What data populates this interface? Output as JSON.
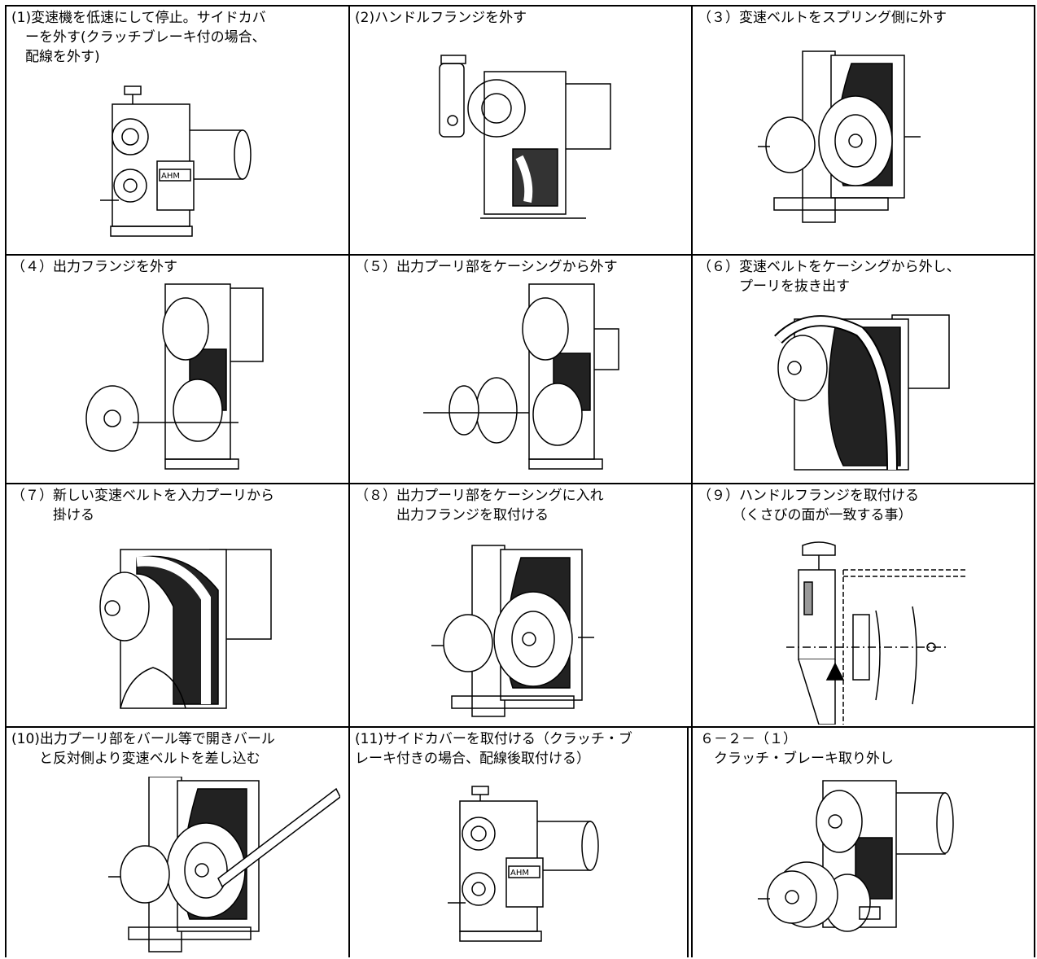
{
  "steps": [
    {
      "id": 1,
      "text": "(1)変速機を低速にして停止。サイドカバ\n　ーを外す(クラッチブレーキ付の場合、\n　配線を外す)"
    },
    {
      "id": 2,
      "text": "(2)ハンドルフランジを外す"
    },
    {
      "id": 3,
      "text": "（３）変速ベルトをスプリング側に外す"
    },
    {
      "id": 4,
      "text": "（４）出力フランジを外す"
    },
    {
      "id": 5,
      "text": "（５）出力プーリ部をケーシングから外す"
    },
    {
      "id": 6,
      "text": "（６）変速ベルトをケーシングから外し、\n　　　プーリを抜き出す"
    },
    {
      "id": 7,
      "text": "（７）新しい変速ベルトを入力プーリから\n　　　掛ける"
    },
    {
      "id": 8,
      "text": "（８）出力プーリ部をケーシングに入れ\n　　　出力フランジを取付ける"
    },
    {
      "id": 9,
      "text": "（９）ハンドルフランジを取付ける\n　　　（くさびの面が一致する事）"
    },
    {
      "id": 10,
      "text": "(10)出力プーリ部をバール等で開きバール\n　　と反対側より変速ベルトを差し込む"
    },
    {
      "id": 11,
      "text": "(11)サイドカバーを取付ける（クラッチ・ブ\nレーキ付きの場合、配線後取付ける）"
    },
    {
      "id": 12,
      "text": "６－２－（１）\n　クラッチ・ブレーキ取り外し"
    }
  ],
  "nameplate_label": "AHM",
  "colors": {
    "line": "#000000",
    "background": "#ffffff"
  }
}
